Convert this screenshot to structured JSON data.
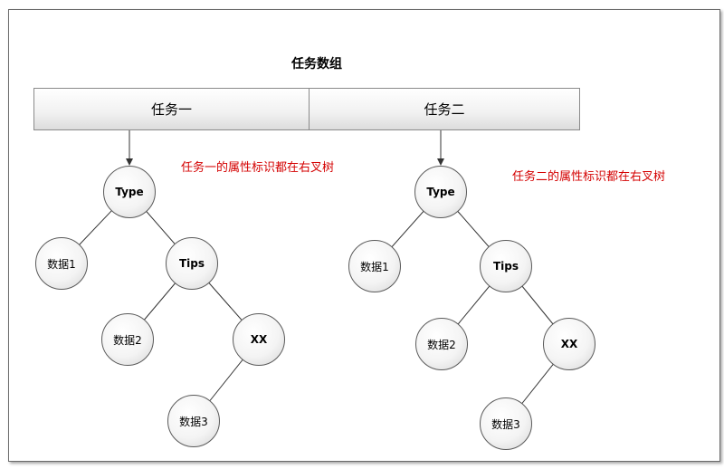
{
  "title": "任务数组",
  "array": {
    "cells": [
      "任务一",
      "任务二"
    ]
  },
  "notes": [
    "任务一的属性标识都在右叉树",
    "任务二的属性标识都在右叉树"
  ],
  "trees": [
    {
      "nodes": {
        "type": "Type",
        "data1": "数据1",
        "tips": "Tips",
        "data2": "数据2",
        "xx": "XX",
        "data3": "数据3"
      }
    },
    {
      "nodes": {
        "type": "Type",
        "data1": "数据1",
        "tips": "Tips",
        "data2": "数据2",
        "xx": "XX",
        "data3": "数据3"
      }
    }
  ],
  "colors": {
    "note_text": "#d40000",
    "node_border": "#5a5a5a",
    "edge": "#333333"
  }
}
